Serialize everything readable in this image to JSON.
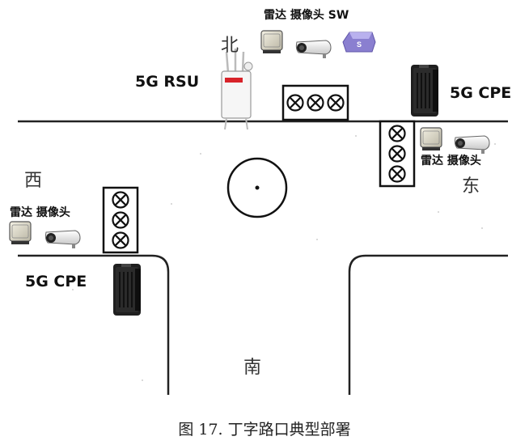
{
  "directions": {
    "north": "北",
    "south": "南",
    "west": "西",
    "east": "东"
  },
  "labels": {
    "rsu": "5G RSU",
    "cpe_east": "5G CPE",
    "cpe_west": "5G CPE",
    "north_sensors": "雷达 摄像头 SW",
    "east_sensors": "雷达 摄像头",
    "west_sensors": "雷达 摄像头",
    "switch_glyph": "S"
  },
  "caption": "图 17.  丁字路口典型部署",
  "colors": {
    "road_line": "#222222",
    "cpe": "#1a1a1a",
    "rsu_brand": "#d8232a",
    "switch": "#8a7fd0"
  },
  "icons": [
    "radar-icon",
    "camera-icon",
    "switch-icon",
    "rsu-icon",
    "cpe-icon",
    "traffic-light-icon",
    "roundabout-icon"
  ]
}
